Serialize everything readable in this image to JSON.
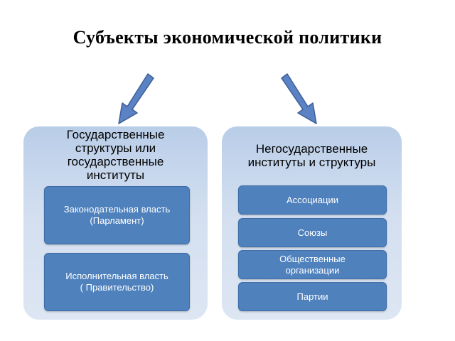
{
  "title": "Субъекты экономической политики",
  "colors": {
    "panel": "#c9d8ee",
    "box": "#4f81bd",
    "box_text": "#ffffff",
    "arrow_fill": "#5b82c4",
    "arrow_stroke": "#3f5f98"
  },
  "left_panel": {
    "title": "Государственные\nструктуры или\nгосударственные\nинституты",
    "boxes": [
      {
        "label": "Законодательная власть\n(Парламент)"
      },
      {
        "label": "Исполнительная власть\n( Правительство)"
      }
    ]
  },
  "right_panel": {
    "title": "Негосударственные\nинституты и структуры",
    "boxes": [
      {
        "label": "Ассоциации"
      },
      {
        "label": "Союзы"
      },
      {
        "label": "Общественные\nорганизации"
      },
      {
        "label": "Партии"
      }
    ]
  },
  "icons": [
    "arrow-down-left-icon",
    "arrow-down-right-icon"
  ]
}
